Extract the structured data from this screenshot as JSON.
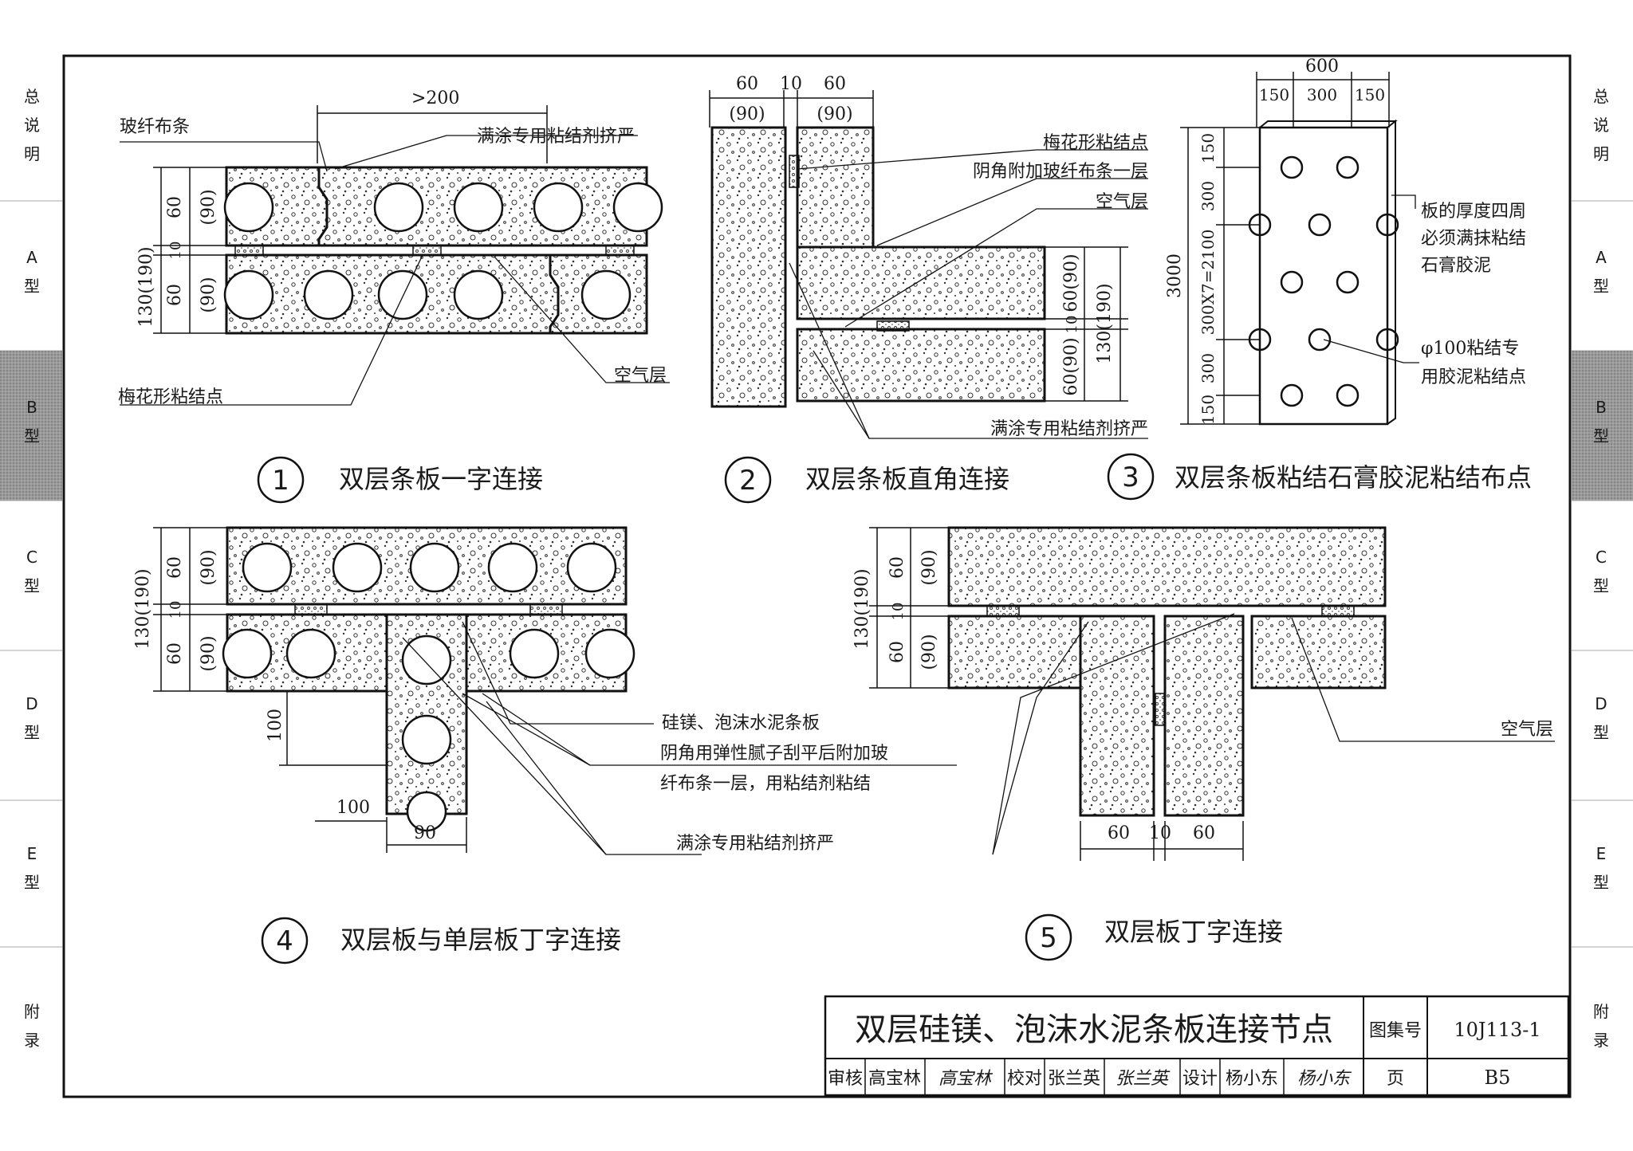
{
  "side_tabs": {
    "left": [
      {
        "label": "总说明",
        "active": false
      },
      {
        "label": "A型",
        "active": false
      },
      {
        "label": "B型",
        "active": true
      },
      {
        "label": "C型",
        "active": false
      },
      {
        "label": "D型",
        "active": false
      },
      {
        "label": "E型",
        "active": false
      },
      {
        "label": "附录",
        "active": false
      }
    ],
    "right": [
      {
        "label": "总说明",
        "active": false
      },
      {
        "label": "A型",
        "active": false
      },
      {
        "label": "B型",
        "active": true
      },
      {
        "label": "C型",
        "active": false
      },
      {
        "label": "D型",
        "active": false
      },
      {
        "label": "E型",
        "active": false
      },
      {
        "label": "附录",
        "active": false
      }
    ]
  },
  "details": [
    {
      "num": "1",
      "title": "双层条板一字连接"
    },
    {
      "num": "2",
      "title": "双层条板直角连接"
    },
    {
      "num": "3",
      "title": "双层条板粘结石膏胶泥粘结布点"
    },
    {
      "num": "4",
      "title": "双层板与单层板丁字连接"
    },
    {
      "num": "5",
      "title": "双层板丁字连接"
    }
  ],
  "annotations": {
    "d1": {
      "fiber_strip": "玻纤布条",
      "full_adhesive": "满涂专用粘结剂挤严",
      "plum_point": "梅花形粘结点",
      "air_layer": "空气层",
      "dim_200": ">200",
      "dim_total": "130(190)",
      "dim_60a": "60",
      "dim_90a": "(90)",
      "dim_10": "10",
      "dim_60b": "60",
      "dim_90b": "(90)"
    },
    "d2": {
      "plum_point": "梅花形粘结点",
      "corner_fiber": "阴角附加玻纤布条一层",
      "air_layer": "空气层",
      "full_adhesive": "满涂专用粘结剂挤严",
      "top_dim_60a": "60",
      "top_dim_10": "10",
      "top_dim_60b": "60",
      "top_dim_90a": "(90)",
      "top_dim_90b": "(90)",
      "side_60_90a": "60(90)",
      "side_10": "10",
      "side_60_90b": "60(90)",
      "side_total": "130(190)"
    },
    "d3": {
      "note1": "板的厚度四周",
      "note2": "必须满抹粘结",
      "note3": "石膏胶泥",
      "note4": "φ100粘结专",
      "note5": "用胶泥粘结点",
      "dim_600": "600",
      "dim_150a": "150",
      "dim_300": "300",
      "dim_150b": "150",
      "dim_3000": "3000",
      "dim_mid": "300X7=2100",
      "dim_v150a": "150",
      "dim_v300a": "300",
      "dim_v300b": "300",
      "dim_v150b": "150"
    },
    "d4": {
      "board_name": "硅镁、泡沫水泥条板",
      "corner1": "阴角用弹性腻子刮平后附加玻",
      "corner2": "纤布条一层，用粘结剂粘结",
      "full_adhesive": "满涂专用粘结剂挤严",
      "dim_total": "130(190)",
      "dim_60a": "60",
      "dim_90a": "(90)",
      "dim_10": "10",
      "dim_60b": "60",
      "dim_90b": "(90)",
      "dim_100v": "100",
      "dim_100h": "100",
      "dim_90": "90"
    },
    "d5": {
      "air_layer": "空气层",
      "dim_total": "130(190)",
      "dim_60a": "60",
      "dim_90a": "(90)",
      "dim_10": "10",
      "dim_60b": "60",
      "dim_90b": "(90)",
      "bottom_60a": "60",
      "bottom_10": "10",
      "bottom_60b": "60"
    }
  },
  "title_block": {
    "title": "双层硅镁、泡沫水泥条板连接节点",
    "atlas_label": "图集号",
    "atlas_no": "10J113-1",
    "review_label": "审核",
    "reviewer": "高宝林",
    "reviewer_sig": "高宝林",
    "check_label": "校对",
    "checker": "张兰英",
    "checker_sig": "张兰英",
    "design_label": "设计",
    "designer": "杨小东",
    "designer_sig": "杨小东",
    "page_label": "页",
    "page_no": "B5"
  }
}
